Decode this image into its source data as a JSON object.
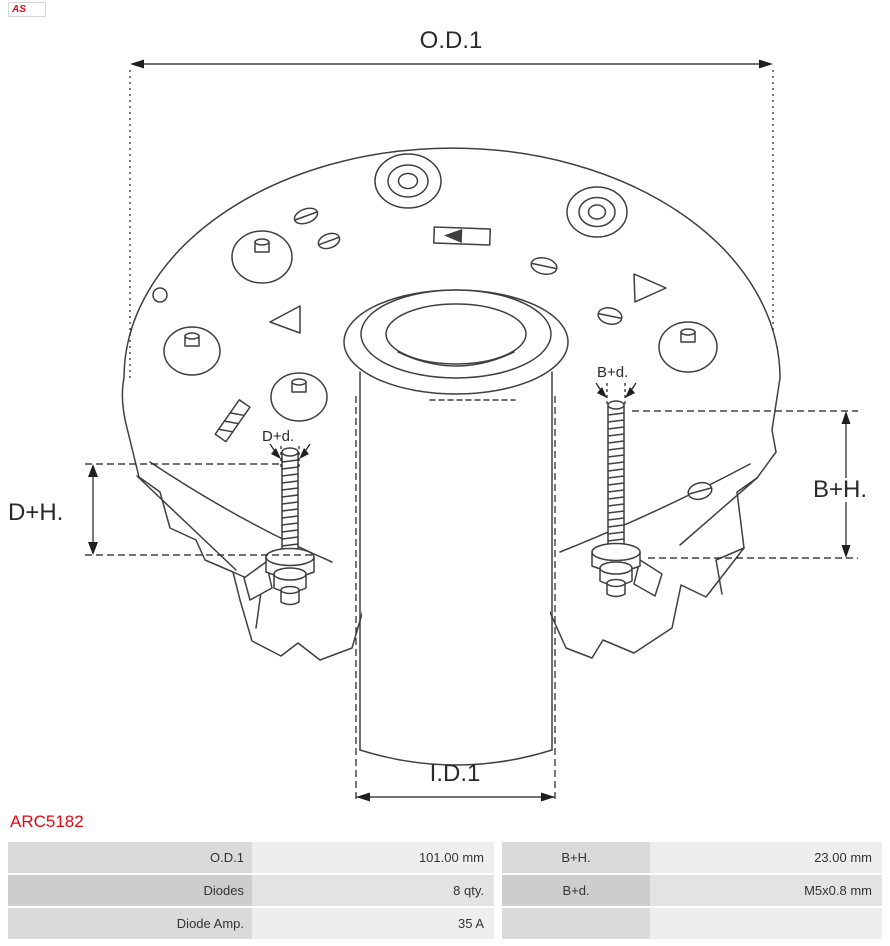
{
  "header": {
    "logo_text": "AS"
  },
  "part": {
    "number": "ARC5182"
  },
  "diagram": {
    "dim_labels": {
      "od1": "O.D.1",
      "id1": "I.D.1",
      "dh": "D+H.",
      "bh": "B+H.",
      "dd": "D+d.",
      "bd": "B+d."
    }
  },
  "spec_table": {
    "rows": [
      {
        "c1": "O.D.1",
        "c2": "101.00 mm",
        "c3": "B+H.",
        "c4": "23.00 mm"
      },
      {
        "c1": "Diodes",
        "c2": "8 qty.",
        "c3": "B+d.",
        "c4": "M5x0.8 mm"
      },
      {
        "c1": "Diode Amp.",
        "c2": "35 A",
        "c3": "",
        "c4": ""
      }
    ]
  }
}
